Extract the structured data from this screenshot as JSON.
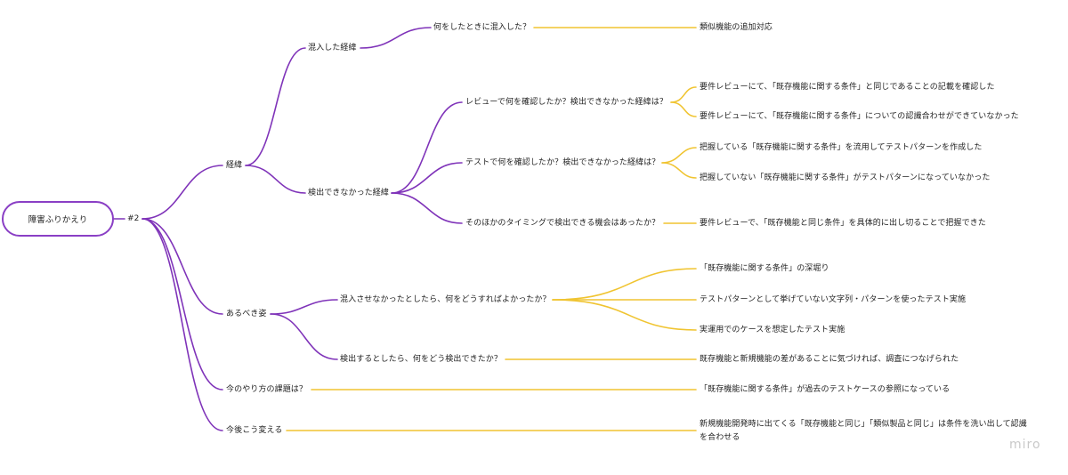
{
  "colors": {
    "purple": "#7f33b9",
    "yellow": "#f0c431"
  },
  "root": {
    "label": "障害ふりかえり",
    "tag": "#2"
  },
  "level1": {
    "keii": "経緯",
    "arubeki": "あるべき姿",
    "kadai": "今のやり方の課題は？",
    "kongo": "今後こう変える"
  },
  "level2": {
    "konnyu": "混入した経緯",
    "kenshutsu": "検出できなかった経緯",
    "konnyu_sasenai": "混入させなかったとしたら、何をどうすればよかったか？",
    "kenshutsu_suru": "検出するとしたら、何をどう検出できたか？"
  },
  "level3": {
    "nani_shita": "何をしたときに混入した？",
    "review": "レビューで何を確認したか？検出できなかった経緯は？",
    "test": "テストで何を確認したか？検出できなかった経緯は？",
    "sonota": "そのほかのタイミングで検出できる機会はあったか？"
  },
  "leaves": {
    "ruiji": "類似機能の追加対応",
    "review1": "要件レビューにて、「既存機能に関する条件」と同じであることの記載を確認した",
    "review2": "要件レビューにて、「既存機能に関する条件」についての認識合わせができていなかった",
    "test1": "把握している「既存機能に関する条件」を流用してテストパターンを作成した",
    "test2": "把握していない「既存機能に関する条件」がテストパターンになっていなかった",
    "sonota1": "要件レビューで、「既存機能と同じ条件」を具体的に出し切ることで把握できた",
    "fukabori": "「既存機能に関する条件」の深堀り",
    "testpattern": "テストパターンとして挙げていない文字列・パターンを使ったテスト実施",
    "unyo": "実運用でのケースを想定したテスト実施",
    "sa": "既存機能と新規機能の差があることに気づければ、調査につなげられた",
    "kako": "「既存機能に関する条件」が過去のテストケースの参照になっている",
    "kongo1": "新規機能開発時に出てくる「既存機能と同じ」「類似製品と同じ」は条件を洗い出して認識を合わせる"
  },
  "brand": "miro"
}
